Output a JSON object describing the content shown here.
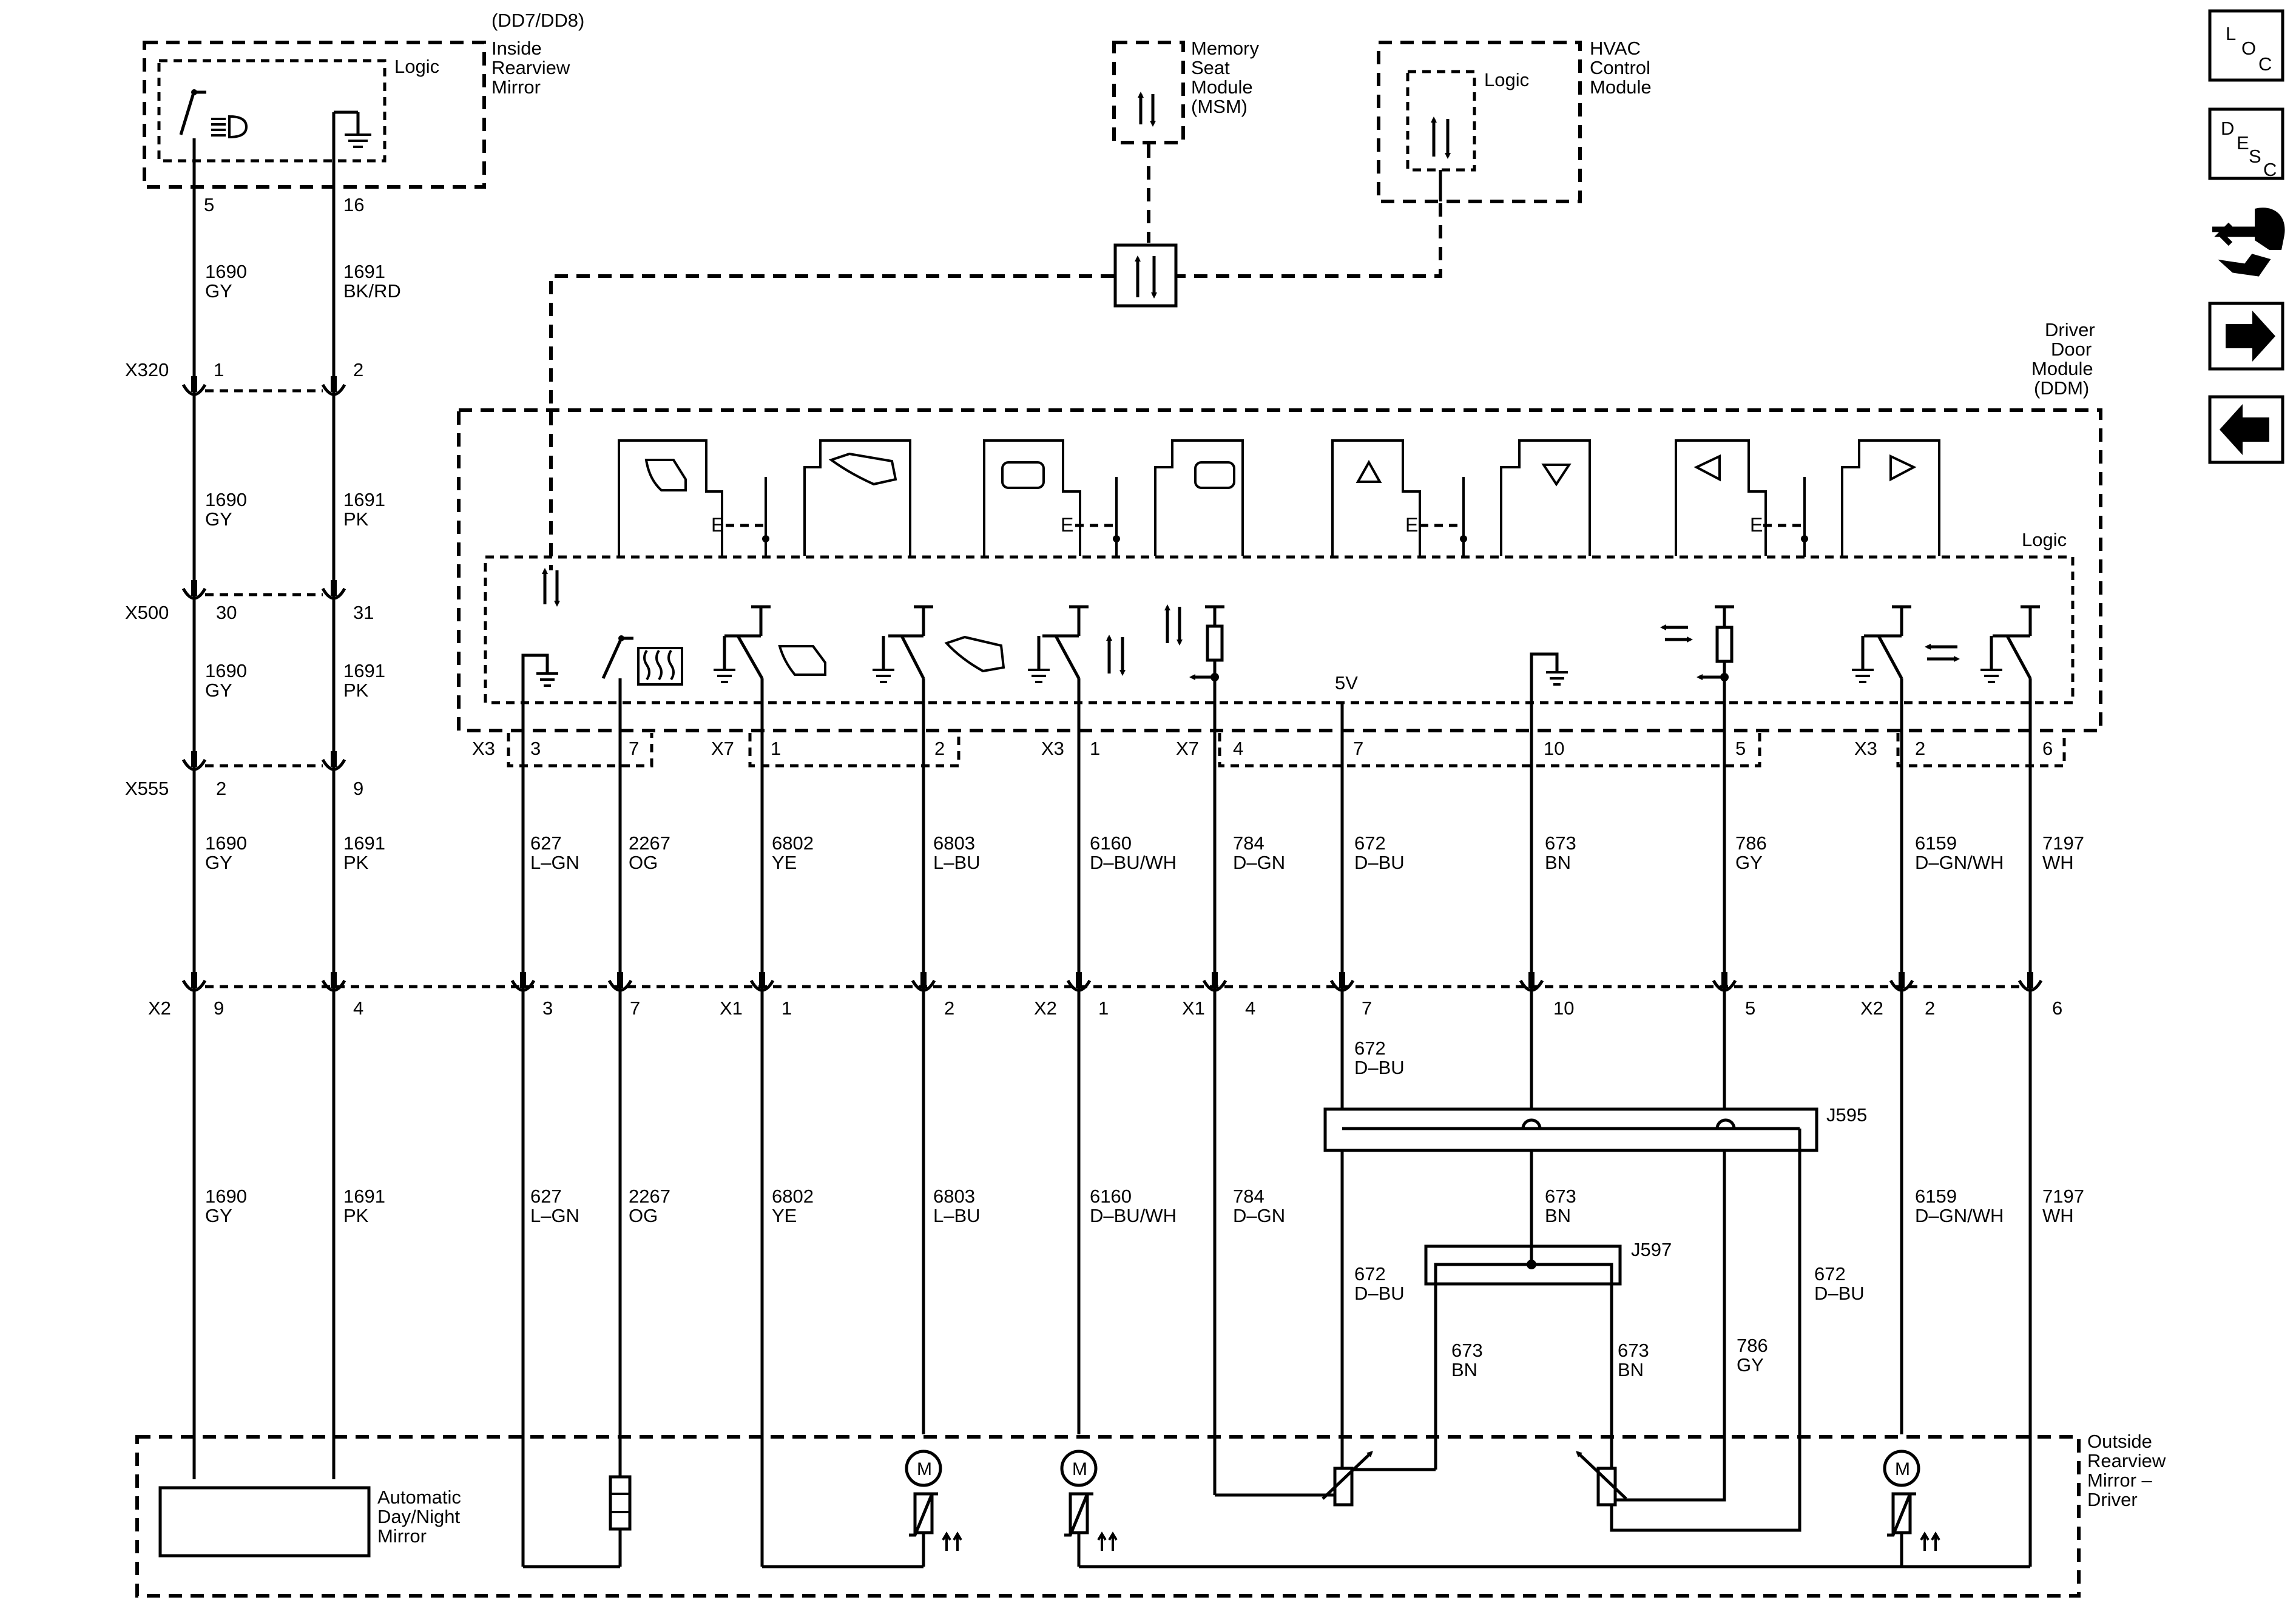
{
  "modules": {
    "inside_mirror": {
      "variant": "(DD7/DD8)",
      "name_lines": [
        "Inside",
        "Rearview",
        "Mirror"
      ],
      "logic": "Logic"
    },
    "msm": {
      "name_lines": [
        "Memory",
        "Seat",
        "Module",
        "(MSM)"
      ]
    },
    "hvac": {
      "name_lines": [
        "HVAC",
        "Control",
        "Module"
      ],
      "logic": "Logic"
    },
    "ddm": {
      "name_lines": [
        "Driver",
        "Door",
        "Module",
        "(DDM)"
      ],
      "logic": "Logic",
      "v5": "5V"
    },
    "outside_mirror": {
      "name_lines": [
        "Outside",
        "Rearview",
        "Mirror –",
        "Driver"
      ]
    },
    "auto_mirror": {
      "name_lines": [
        "Automatic",
        "Day/Night",
        "Mirror"
      ]
    }
  },
  "connectors": {
    "x320": "X320",
    "x500": "X500",
    "x555": "X555",
    "x2": "X2",
    "x1": "X1",
    "x3": "X3",
    "x7": "X7",
    "j595": "J595",
    "j597": "J597"
  },
  "pins": {
    "mirror_5": "5",
    "mirror_16": "16",
    "x320_1": "1",
    "x320_2": "2",
    "x500_30": "30",
    "x500_31": "31",
    "x555_2": "2",
    "x555_9": "9",
    "x2_9": "9",
    "x2_4": "4",
    "ddm_x3_3": "3",
    "ddm_x3_7": "7",
    "ddm_x7_1": "1",
    "ddm_x7_2": "2",
    "ddm_x3_1": "1",
    "ddm_x7_4": "4",
    "ddm_7": "7",
    "ddm_10": "10",
    "ddm_5": "5",
    "ddm_x3_2": "2",
    "ddm_6": "6",
    "bot_3": "3",
    "bot_7": "7",
    "bot_x1_1": "1",
    "bot_2": "2",
    "bot_x2_1": "1",
    "bot_x1_4": "4",
    "bot_7b": "7",
    "bot_10": "10",
    "bot_5": "5",
    "bot_x2_2": "2",
    "bot_6": "6"
  },
  "wires": {
    "c1690": "1690",
    "c1691": "1691",
    "gy": "GY",
    "bkrd": "BK/RD",
    "pk": "PK",
    "c627": "627",
    "lgn": "L–GN",
    "c2267": "2267",
    "og": "OG",
    "c6802": "6802",
    "ye": "YE",
    "c6803": "6803",
    "lbu": "L–BU",
    "c6160": "6160",
    "dbuwh": "D–BU/WH",
    "c784": "784",
    "dgn": "D–GN",
    "c672": "672",
    "dbu": "D–BU",
    "c673": "673",
    "bn": "BN",
    "c786": "786",
    "c6159": "6159",
    "dgnwh": "D–GN/WH",
    "c7197": "7197",
    "wh": "WH"
  },
  "nav": {
    "loc": [
      "L",
      "O",
      "C"
    ],
    "desc": [
      "D",
      "E",
      "S",
      "C"
    ]
  },
  "icons": [
    "switch-icon",
    "headlamp-icon",
    "ground-icon",
    "serial-data-icon",
    "mirror-fold-icon",
    "mirror-glass-icon",
    "up-arrow-icon",
    "down-arrow-icon",
    "left-arrow-icon",
    "right-arrow-icon",
    "defog-heater-icon",
    "motor-icon",
    "position-sensor-icon",
    "splice-pack-icon"
  ]
}
